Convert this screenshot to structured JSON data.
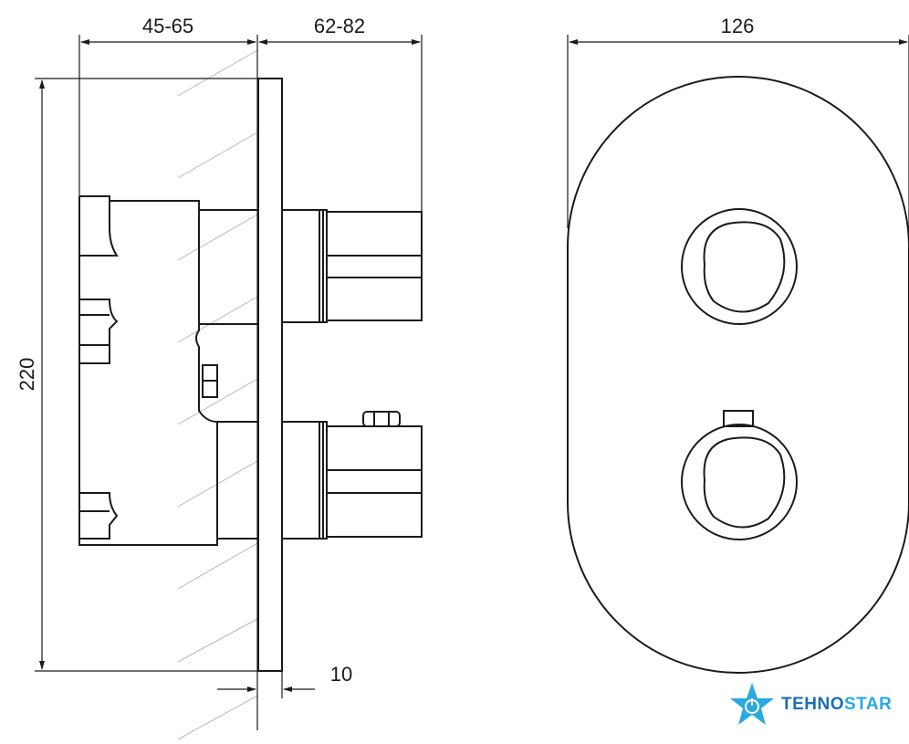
{
  "dimensions": {
    "wall_depth": "45-65",
    "projection": "62-82",
    "plate_width": "126",
    "plate_height": "220",
    "plate_thickness": "10"
  },
  "brand": {
    "name_part1": "TEHNO",
    "name_part2": "STAR",
    "logo_icon": "star-power-icon",
    "color_primary": "#1b6fb5",
    "color_secondary": "#2aa9e0"
  }
}
